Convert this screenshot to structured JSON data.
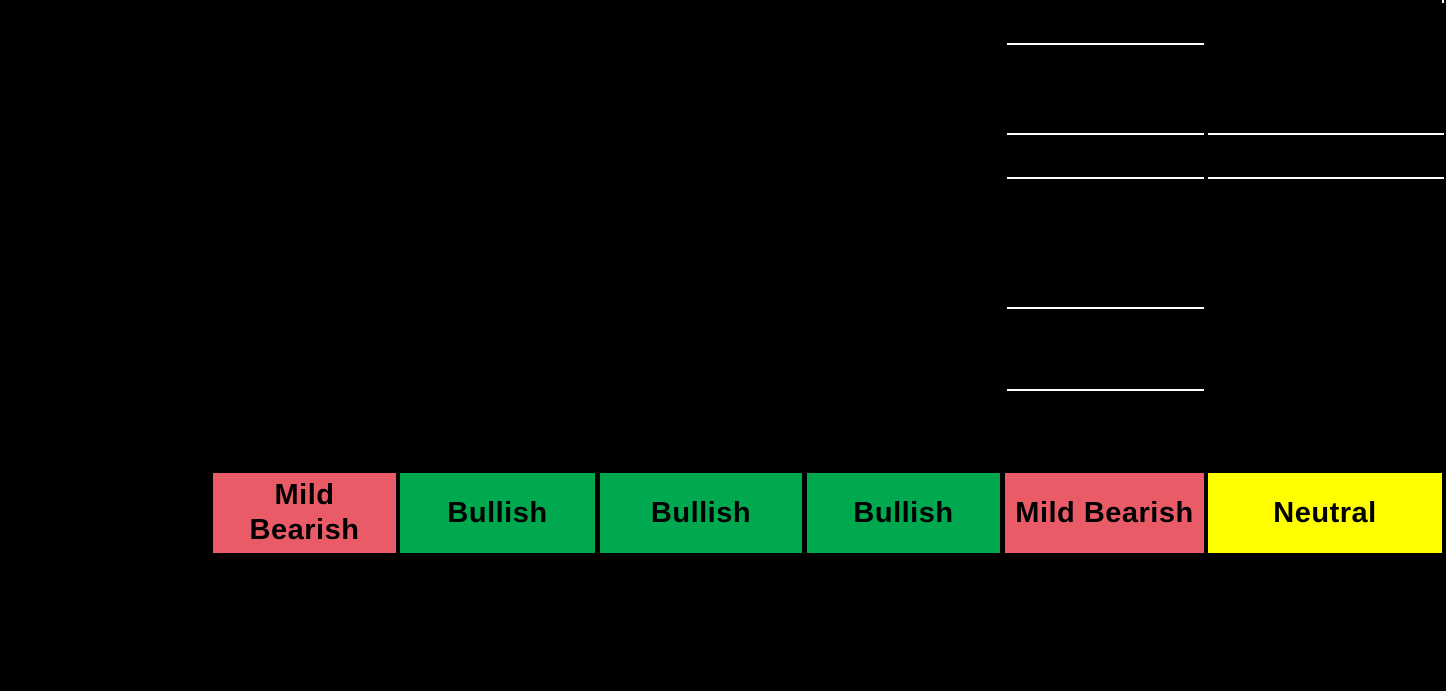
{
  "canvas": {
    "background": "#000000"
  },
  "table": {
    "underline_color": "#ffffff",
    "sentiment_row": {
      "text_color": "#000000",
      "cells": [
        {
          "label": "Mild Bearish",
          "sentiment": "mild_bearish",
          "color": "#E95C67"
        },
        {
          "label": "Bullish",
          "sentiment": "bullish",
          "color": "#00A84F"
        },
        {
          "label": "Bullish",
          "sentiment": "bullish",
          "color": "#00A84F"
        },
        {
          "label": "Bullish",
          "sentiment": "bullish",
          "color": "#00A84F"
        },
        {
          "label": "Mild Bearish",
          "sentiment": "mild_bearish",
          "color": "#E95C67"
        },
        {
          "label": "Neutral",
          "sentiment": "neutral",
          "color": "#FFFF00"
        }
      ]
    }
  },
  "chart_data": {
    "type": "table",
    "rows": [
      [
        "Mild Bearish",
        "Bullish",
        "Bullish",
        "Bullish",
        "Mild Bearish",
        "Neutral"
      ]
    ],
    "legend": {
      "mild_bearish": "#E95C67",
      "bullish": "#00A84F",
      "neutral": "#FFFF00"
    },
    "notes_layout": "black background; remaining table text not visible; white cell underlines present in the two rightmost columns"
  }
}
